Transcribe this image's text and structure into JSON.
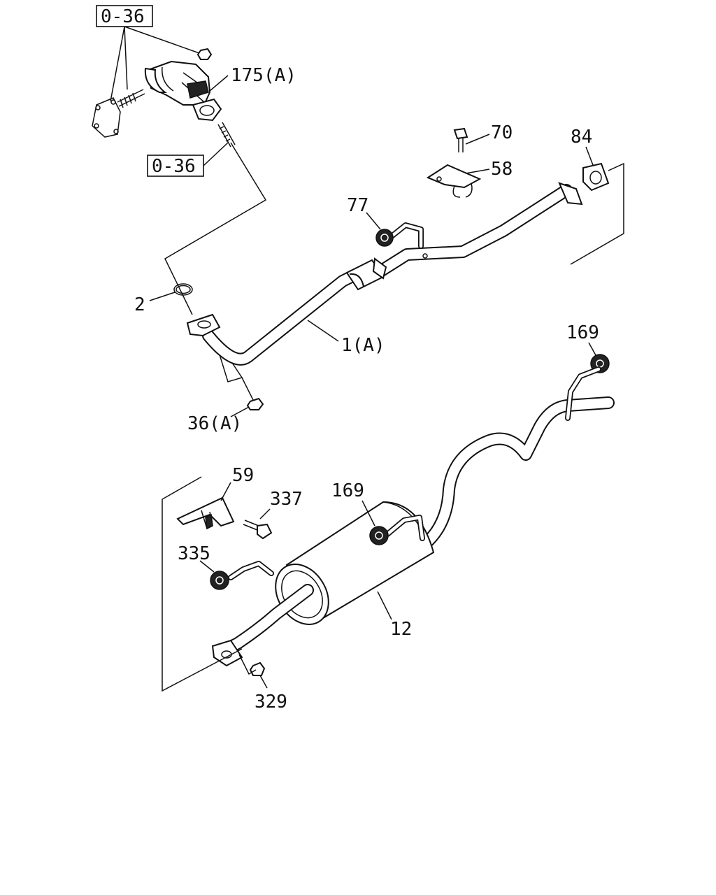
{
  "labels": {
    "ref_top": "0-36",
    "ref_mid": "0-36",
    "p175a": "175(A)",
    "p70": "70",
    "p84": "84",
    "p58": "58",
    "p77": "77",
    "p2": "2",
    "p1a": "1(A)",
    "p36a": "36(A)",
    "p169_right": "169",
    "p59": "59",
    "p337": "337",
    "p169_mid": "169",
    "p335": "335",
    "p12": "12",
    "p329": "329"
  }
}
